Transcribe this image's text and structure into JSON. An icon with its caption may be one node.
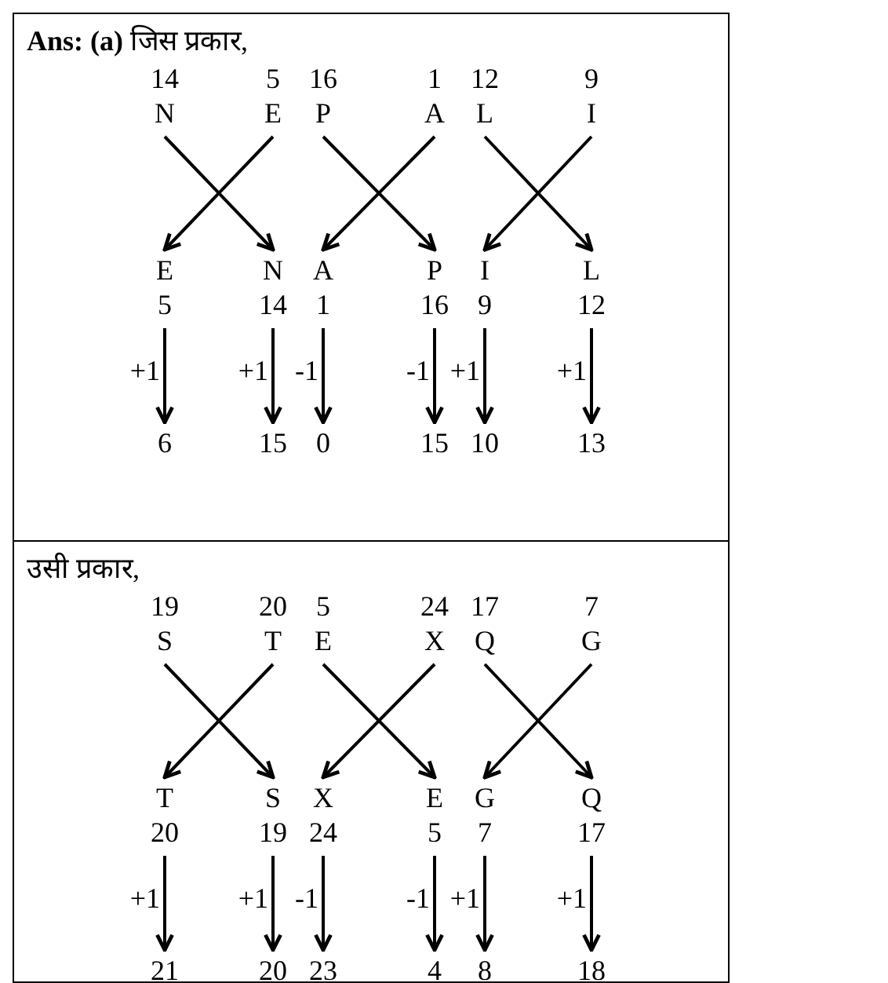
{
  "diagram": {
    "nodes": [
      {
        "text": [
          "**Ans: (a)** जिस प्रकार,"
        ]
      },
      {
        "text": [
          "14",
          "N"
        ],
        "in": 0
      },
      {
        "text": [
          "5",
          "E"
        ],
        "in": 0
      },
      {
        "text": [
          "16",
          "P"
        ],
        "in": 0
      },
      {
        "text": [
          "1",
          "A"
        ],
        "in": 0
      },
      {
        "text": [
          "12",
          "L"
        ],
        "in": 0
      },
      {
        "text": [
          "9",
          "I"
        ],
        "in": 0
      },
      {
        "text": [
          "E",
          "5"
        ],
        "in": 0
      },
      {
        "text": [
          "N",
          "14"
        ],
        "in": 0
      },
      {
        "text": [
          "A",
          "1"
        ],
        "in": 0
      },
      {
        "text": [
          "P",
          "16"
        ],
        "in": 0
      },
      {
        "text": [
          "I",
          "9"
        ],
        "in": 0
      },
      {
        "text": [
          "L",
          "12"
        ],
        "in": 0
      },
      {
        "text": [
          "6"
        ],
        "in": 0
      },
      {
        "text": [
          "15"
        ],
        "in": 0
      },
      {
        "text": [
          "0"
        ],
        "in": 0
      },
      {
        "text": [
          "15"
        ],
        "in": 0
      },
      {
        "text": [
          "10"
        ],
        "in": 0
      },
      {
        "text": [
          "13"
        ],
        "in": 0
      },
      {
        "text": [
          "उसी प्रकार,"
        ]
      },
      {
        "text": [
          "19",
          "S"
        ],
        "in": 19
      },
      {
        "text": [
          "20",
          "T"
        ],
        "in": 19
      },
      {
        "text": [
          "5",
          "E"
        ],
        "in": 19
      },
      {
        "text": [
          "24",
          "X"
        ],
        "in": 19
      },
      {
        "text": [
          "17",
          "Q"
        ],
        "in": 19
      },
      {
        "text": [
          "7",
          "G"
        ],
        "in": 19
      },
      {
        "text": [
          "T",
          "20"
        ],
        "in": 19
      },
      {
        "text": [
          "S",
          "19"
        ],
        "in": 19
      },
      {
        "text": [
          "X",
          "24"
        ],
        "in": 19
      },
      {
        "text": [
          "E",
          "5"
        ],
        "in": 19
      },
      {
        "text": [
          "G",
          "7"
        ],
        "in": 19
      },
      {
        "text": [
          "Q",
          "17"
        ],
        "in": 19
      },
      {
        "text": [
          "21"
        ],
        "in": 19
      },
      {
        "text": [
          "20"
        ],
        "in": 19
      },
      {
        "text": [
          "23"
        ],
        "in": 19
      },
      {
        "text": [
          "4"
        ],
        "in": 19
      },
      {
        "text": [
          "8"
        ],
        "in": 19
      },
      {
        "text": [
          "18"
        ],
        "in": 19
      }
    ],
    "edges": [
      {
        "from": 1,
        "to": 8,
        "arrow": "to"
      },
      {
        "from": 2,
        "to": 7,
        "arrow": "to"
      },
      {
        "from": 3,
        "to": 10,
        "arrow": "to"
      },
      {
        "from": 4,
        "to": 9,
        "arrow": "to"
      },
      {
        "from": 5,
        "to": 12,
        "arrow": "to"
      },
      {
        "from": 6,
        "to": 11,
        "arrow": "to"
      },
      {
        "from": 7,
        "to": 13,
        "arrow": "to",
        "label": "+1"
      },
      {
        "from": 8,
        "to": 14,
        "arrow": "to",
        "label": "+1"
      },
      {
        "from": 9,
        "to": 15,
        "arrow": "to",
        "label": "-1"
      },
      {
        "from": 10,
        "to": 16,
        "arrow": "to",
        "label": "-1"
      },
      {
        "from": 11,
        "to": 17,
        "arrow": "to",
        "label": "+1"
      },
      {
        "from": 12,
        "to": 18,
        "arrow": "to",
        "label": "+1"
      },
      {
        "from": 20,
        "to": 27,
        "arrow": "to"
      },
      {
        "from": 21,
        "to": 26,
        "arrow": "to"
      },
      {
        "from": 22,
        "to": 29,
        "arrow": "to"
      },
      {
        "from": 23,
        "to": 28,
        "arrow": "to"
      },
      {
        "from": 24,
        "to": 31,
        "arrow": "to"
      },
      {
        "from": 25,
        "to": 30,
        "arrow": "to"
      },
      {
        "from": 26,
        "to": 32,
        "arrow": "to",
        "label": "+1"
      },
      {
        "from": 27,
        "to": 33,
        "arrow": "to",
        "label": "+1"
      },
      {
        "from": 28,
        "to": 34,
        "arrow": "to",
        "label": "-1"
      },
      {
        "from": 29,
        "to": 35,
        "arrow": "to",
        "label": "-1"
      },
      {
        "from": 30,
        "to": 36,
        "arrow": "to",
        "label": "+1"
      },
      {
        "from": 31,
        "to": 37,
        "arrow": "to",
        "label": "+1"
      }
    ]
  }
}
